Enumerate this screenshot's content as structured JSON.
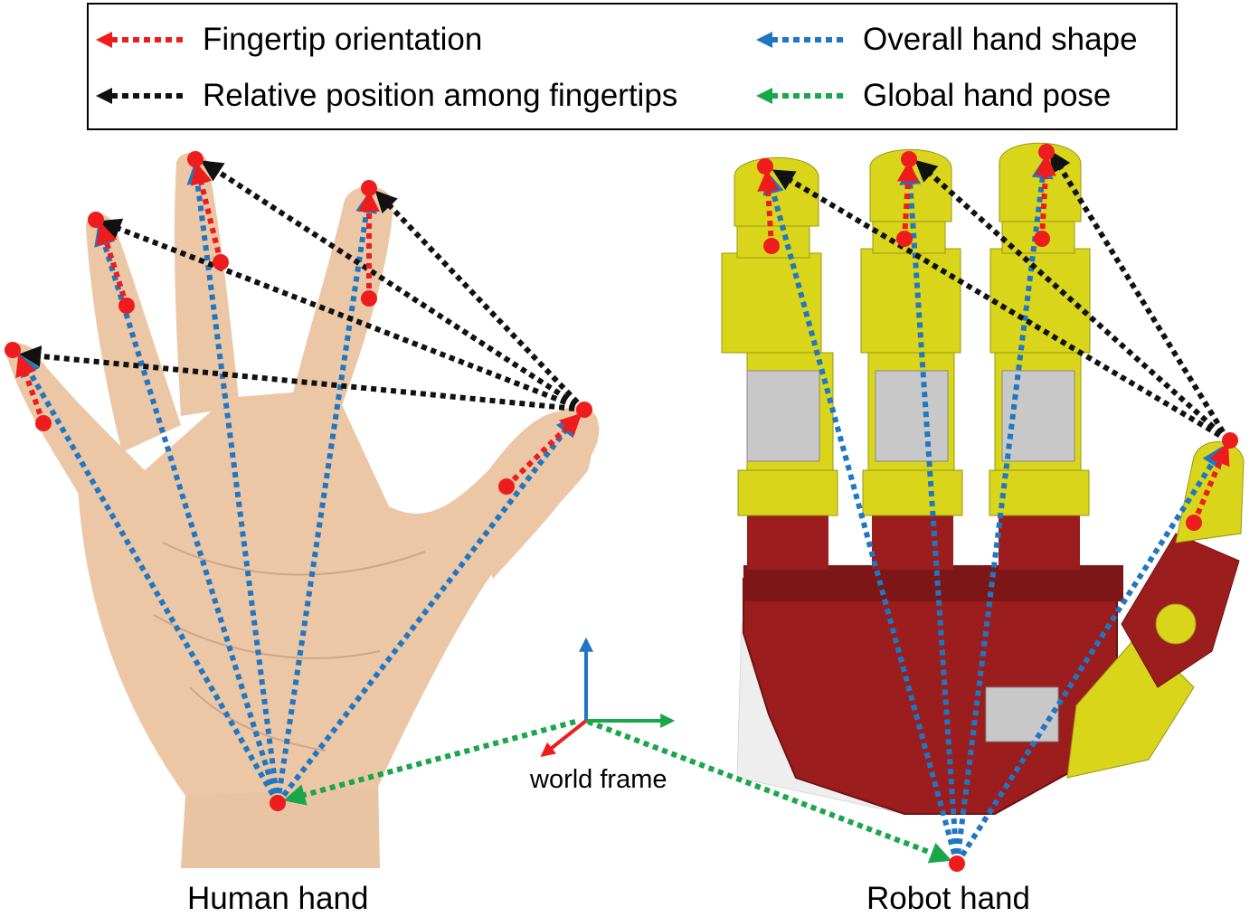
{
  "legend": {
    "items": [
      {
        "label": "Fingertip orientation",
        "color": "#ee1c1c"
      },
      {
        "label": "Relative position among fingertips",
        "color": "#111111"
      },
      {
        "label": "Overall hand shape",
        "color": "#1f77c4"
      },
      {
        "label": "Global hand pose",
        "color": "#1aa64a"
      }
    ]
  },
  "captions": {
    "human": "Human hand",
    "robot": "Robot hand",
    "world_frame": "world frame"
  },
  "colors": {
    "orientation": "#ee1c1c",
    "relative": "#111111",
    "shape": "#1f77c4",
    "pose": "#1aa64a",
    "axis_up": "#1f77c4",
    "axis_x": "#1aa64a",
    "axis_z": "#ee1c1c",
    "skin": "#ecc7a6",
    "robot_yellow": "#d9d51a",
    "robot_red": "#9b1d1d",
    "robot_grey": "#c8c8c8"
  }
}
